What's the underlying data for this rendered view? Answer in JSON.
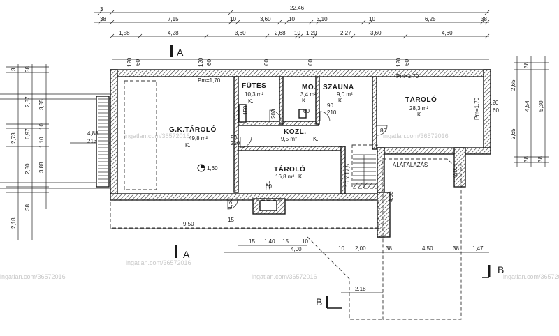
{
  "watermark": "ingatlan.com/36572016",
  "section_labels": {
    "a": "A",
    "b": "B"
  },
  "dims_top": {
    "total": "22,46",
    "row1": [
      "3",
      "38",
      "7,15",
      "10",
      "3,60",
      "10",
      "3,10",
      "10",
      "6,25",
      "38"
    ],
    "row2": [
      "1,58",
      "4,28",
      "3,60",
      "2,68",
      "10",
      "1,20",
      "2,27",
      "3,60",
      "4,60"
    ],
    "row3": [
      "120",
      "60",
      "120",
      "60",
      "60",
      "60",
      "120",
      "60"
    ]
  },
  "dims_left": [
    "3",
    "38",
    "2,87",
    "3,85",
    "6,97",
    "2,73",
    "10",
    "1,10",
    "2,80",
    "3,88",
    "38",
    "2,18"
  ],
  "dims_right": [
    "38",
    "2,65",
    "120",
    "60",
    "4,54",
    "5,30",
    "2,65",
    "38",
    "38"
  ],
  "dims_bottom": [
    "9,50",
    "15",
    "1,40",
    "15",
    "10",
    "4,00",
    "10",
    "2,00",
    "38",
    "4,50",
    "38",
    "1,47",
    "2,18"
  ],
  "dims_misc": {
    "entry_width": "4,88",
    "entry_inner": "213",
    "pm_left": "Pm=1,70",
    "pm_mid": "Pm=1,70",
    "pm_right": "Pm=1,70",
    "level": "1,60",
    "d_90": "90",
    "d_210": "210",
    "d_150": "150",
    "d_200": "200",
    "d_60": "60",
    "d_120": "120",
    "d_400": "4,00",
    "d_1575": "16 x 17,5",
    "d_1320": "15",
    "d_160": "1,60",
    "d_60b": "60",
    "d_90b": "90",
    "d_210b": "210",
    "d_80": "80",
    "d_200r": "2,00"
  },
  "rooms": {
    "garage": {
      "name": "G.K.TÁROLÓ",
      "area": "49,8 m²",
      "code": "K."
    },
    "futes": {
      "name": "FŰTÉS",
      "area": "10,3 m²",
      "code": "K."
    },
    "mo": {
      "name": "MO.",
      "area": "3,4 m²",
      "code": "K."
    },
    "szauna": {
      "name": "SZAUNA",
      "area": "9,0 m²",
      "code": "K."
    },
    "tarolo_right": {
      "name": "TÁROLÓ",
      "area": "28,3 m²",
      "code": "K."
    },
    "kozl": {
      "name": "KOZL.",
      "area": "9,5 m²",
      "code": "K."
    },
    "tarolo_mid": {
      "name": "TÁROLÓ",
      "area": "16,8 m²",
      "code": "K."
    },
    "alafalazas": {
      "name": "ALÁFALAZÁS"
    }
  }
}
